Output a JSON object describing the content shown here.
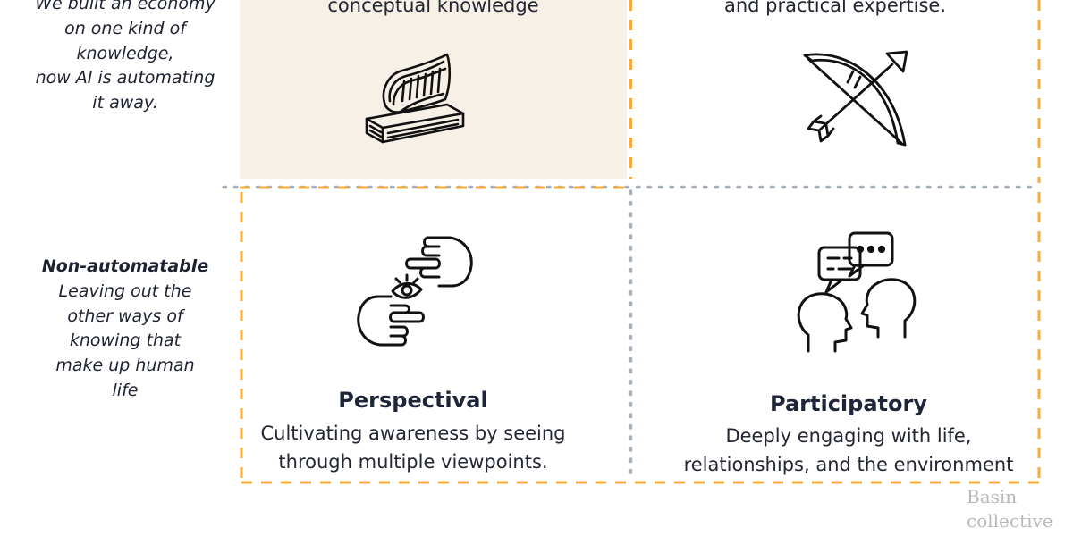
{
  "side_labels": {
    "top": "We built an economy on one kind of knowledge, now AI is automating it away.",
    "top_lines": [
      "We built an economy",
      "on one kind of",
      "knowledge,",
      "now AI is automating",
      "it away."
    ],
    "bottom_heading": "Non-automatable",
    "bottom_lines": [
      "Leaving out the",
      "other ways of",
      "knowing that",
      "make up human",
      "life"
    ]
  },
  "cells": [
    {
      "id": "propositional",
      "subtitle": "conceptual knowledge",
      "icon": "book-icon",
      "highlighted": true
    },
    {
      "id": "procedural",
      "subtitle": "and practical expertise.",
      "icon": "bow-and-arrow-icon"
    },
    {
      "id": "perspectival",
      "title": "Perspectival",
      "subtitle_lines": [
        "Cultivating awareness by seeing",
        "through multiple viewpoints."
      ],
      "icon": "pointing-hands-eye-icon"
    },
    {
      "id": "participatory",
      "title": "Participatory",
      "subtitle_lines": [
        "Deeply engaging with life,",
        "relationships, and the environment"
      ],
      "icon": "two-heads-conversation-icon"
    }
  ],
  "watermark": [
    "Basin",
    "collective"
  ],
  "colors": {
    "highlight_fill": "#f6f0e6",
    "dashed_border": "#f3ab3b",
    "dotted_divider": "#a8b0bb",
    "text_dark": "#1e2538",
    "watermark": "#b9b9b9"
  }
}
